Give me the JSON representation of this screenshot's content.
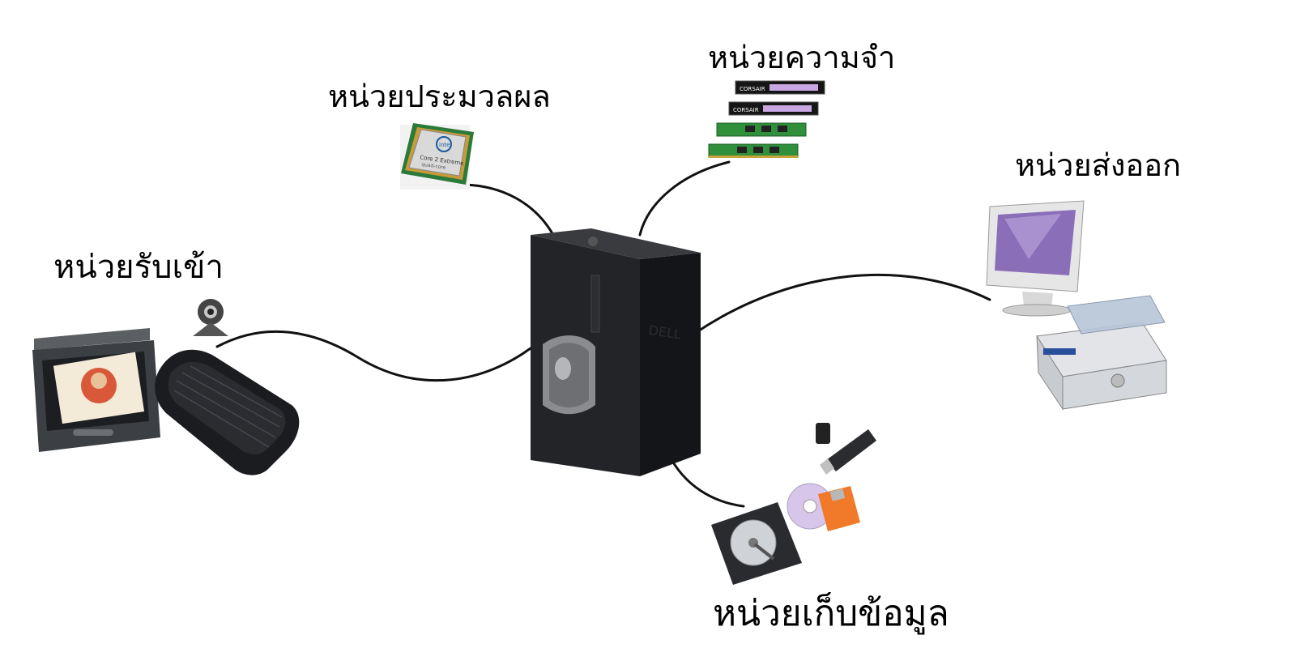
{
  "labels": {
    "processing": "หน่วยประมวลผล",
    "memory": "หน่วยความจำ",
    "output": "หน่วยส่งออก",
    "input": "หน่วยรับเข้า",
    "storage": "หน่วยเก็บข้อมูล"
  },
  "product_marks": {
    "cpu_brand": "intel",
    "cpu_model": "Core 2 Extreme",
    "cpu_sub": "quad-core",
    "ram_brand": "CORSAIR",
    "tower_brand": "DELL"
  },
  "colors": {
    "connector_line": "#111111",
    "tower": "#1e1f22",
    "ram_green": "#2f8f3a",
    "monitor_screen": "#8a6fb8",
    "floppy": "#f07a2a",
    "background": "#ffffff"
  },
  "icons": [
    "cpu-chip-icon",
    "ram-modules-icon",
    "monitor-icon",
    "printer-icon",
    "scanner-icon",
    "webcam-icon",
    "keyboard-icon",
    "tower-icon",
    "usb-drive-icon",
    "optical-disc-icon",
    "floppy-disk-icon",
    "hard-drive-icon"
  ]
}
